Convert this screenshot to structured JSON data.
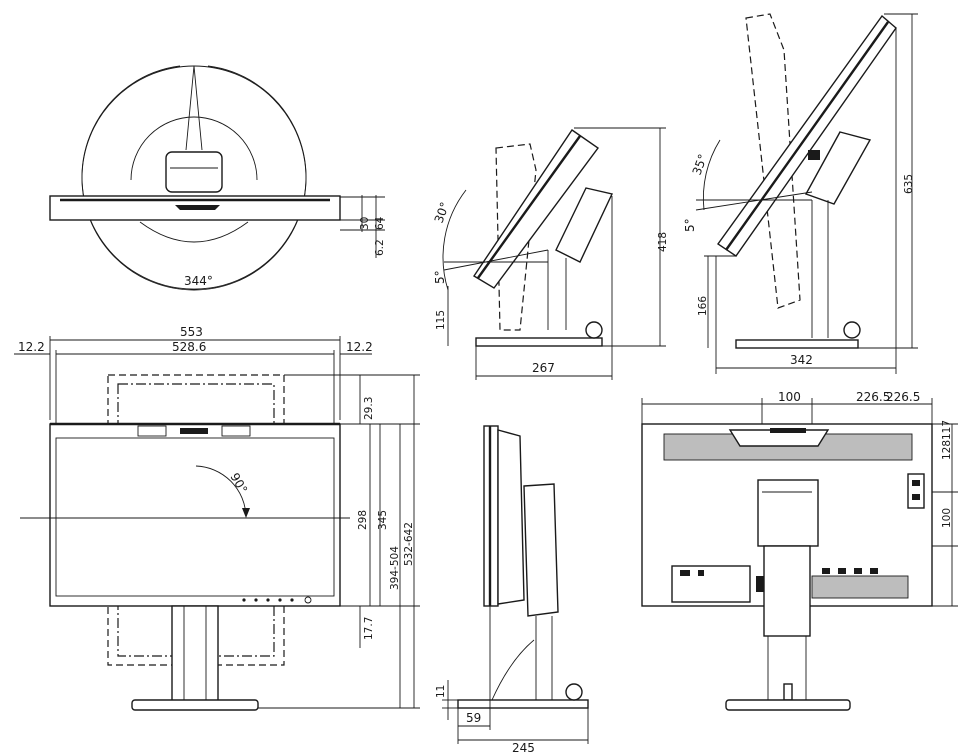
{
  "top_view": {
    "rotation_angle": "344°",
    "dim_depth_30": "30",
    "dim_depth_64": "64",
    "dim_depth_62": "6.2"
  },
  "front_view": {
    "width_total": "553",
    "width_screen": "528.6",
    "bezel_left": "12.2",
    "bezel_right": "12.2",
    "pivot_angle": "90°",
    "top_bezel": "29.3",
    "screen_height": "298",
    "frame_height": "345",
    "bottom_bezel": "17.7",
    "height_adjust_394": "394-504",
    "height_adjust_532": "532-642"
  },
  "tilt_side_view": {
    "tilt_up": "30°",
    "tilt_down": "5°",
    "height_418": "418",
    "height_115": "115",
    "base_depth": "267"
  },
  "max_tilt_view": {
    "tilt_up": "35°",
    "tilt_down": "5°",
    "height_635": "635",
    "height_166": "166",
    "depth_342": "342"
  },
  "side_view": {
    "height_11": "11",
    "offset_59": "59",
    "base_depth": "245"
  },
  "rear_view": {
    "vesa_width": "100",
    "offset_right": "226.5",
    "offset_right2": "226.5",
    "top_offset": "128",
    "top_offset2": "117",
    "vesa_height": "100"
  }
}
